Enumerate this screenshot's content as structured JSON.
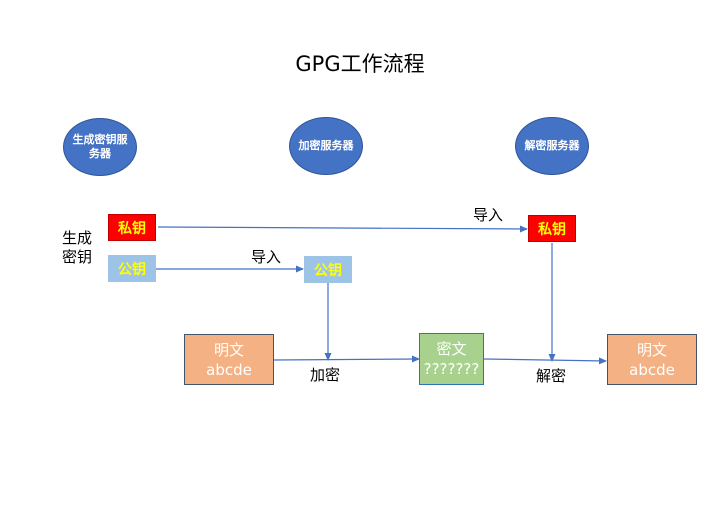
{
  "title": "GPG工作流程",
  "servers": {
    "keygen": "生成密钥服务器",
    "encrypt": "加密服务器",
    "decrypt": "解密服务器"
  },
  "row_label_generate_key": "生成密钥",
  "keys": {
    "private_label": "私钥",
    "public_label": "公钥"
  },
  "arrow_labels": {
    "import": "导入",
    "encrypt": "加密",
    "decrypt": "解密"
  },
  "plaintext_in": {
    "title": "明文",
    "content": "abcde"
  },
  "ciphertext": {
    "title": "密文",
    "content": "???????"
  },
  "plaintext_out": {
    "title": "明文",
    "content": "abcde"
  },
  "colors": {
    "server": "#4472c4",
    "private_key_bg": "#ff0000",
    "key_text": "#ffff00",
    "public_key_bg": "#9dc3e6",
    "plaintext_bg": "#f4b183",
    "ciphertext_bg": "#a9d18e",
    "arrow": "#4472c4"
  }
}
